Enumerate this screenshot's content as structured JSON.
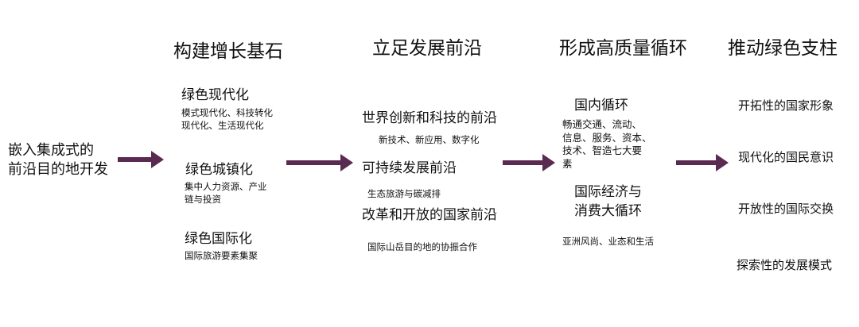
{
  "colors": {
    "arrow": "#5b2a50"
  },
  "start": {
    "lines": [
      "嵌入集成式的",
      "前沿目的地开发"
    ]
  },
  "columns": [
    {
      "title": "构建增长基石",
      "items": [
        {
          "label": "绿色现代化",
          "detail": [
            "模式现代化、科技转化",
            "现代化、生活现代化"
          ]
        },
        {
          "label": "绿色城镇化",
          "detail": [
            "集中人力资源、产业",
            "链与投资"
          ]
        },
        {
          "label": "绿色国际化",
          "detail": [
            "国际旅游要素集聚"
          ]
        }
      ]
    },
    {
      "title": "立足发展前沿",
      "items": [
        {
          "label": "世界创新和科技的前沿",
          "detail": [
            "新技术、新应用、数字化"
          ]
        },
        {
          "label": "可持续发展前沿",
          "detail": [
            "生态旅游与碳减排"
          ]
        },
        {
          "label": "改革和开放的国家前沿",
          "detail": [
            "国际山岳目的地的协振合作"
          ]
        }
      ]
    },
    {
      "title": "形成高质量循环",
      "items": [
        {
          "label": "国内循环",
          "detail": [
            "畅通交通、流动、",
            "信息、服务、资本、",
            "技术、智造七大要",
            "素"
          ]
        },
        {
          "label": [
            "国际经济与",
            "消费大循环"
          ],
          "detail": [
            "亚洲风尚、业态和生活"
          ]
        }
      ]
    },
    {
      "title": "推动绿色支柱",
      "items": [
        "开拓性的国家形象",
        "现代化的国民意识",
        "开放性的国际交换",
        "探索性的发展模式"
      ]
    }
  ]
}
